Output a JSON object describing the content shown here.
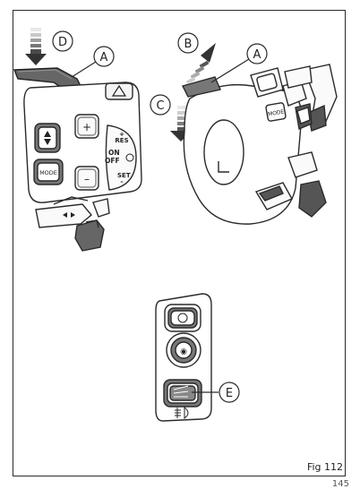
{
  "figure_label": "Fig 112",
  "page_number": "145",
  "callouts": {
    "a_left": "A",
    "a_right": "A",
    "b": "B",
    "c": "C",
    "d": "D",
    "e": "E"
  },
  "left_switch": {
    "plus": "+",
    "minus": "–",
    "mode": "MODE",
    "res": "+ RES",
    "on": "ON",
    "off": "OFF",
    "set": "SET –"
  },
  "right_switch": {
    "mode": "MODE"
  },
  "colors": {
    "line": "#2a2a2a",
    "button_fill": "#f0f0f0",
    "dark_fill": "#555555"
  }
}
